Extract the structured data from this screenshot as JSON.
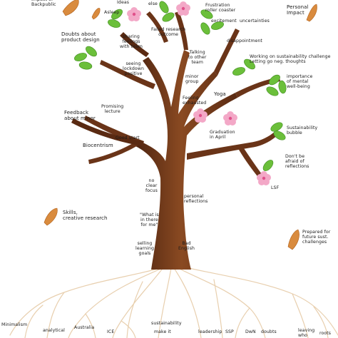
{
  "colors": {
    "trunk": "#7a3f1e",
    "trunk_dark": "#4e2410",
    "trunk_light": "#a35a2e",
    "leaf": "#6bbf3a",
    "leaf_dark": "#3f8a1f",
    "blossom": "#f3a8c7",
    "blossom_center": "#e0508a",
    "roots": "#e8cfae",
    "seed": "#d98b3e",
    "seed_dark": "#b0611d"
  },
  "icons": [
    "seed-icon",
    "leaf-icon",
    "blossom-icon"
  ],
  "labels": {
    "top_left": "Impact of\nBackpublic",
    "ideas": "Ideas",
    "else": "else",
    "asleep": "Asleep",
    "frustration": "Frustration\nroller coaster",
    "personal_impact": "Personal\nImpact",
    "failed_research": "Failed research\noutcome",
    "excitement": "excitement",
    "uncertainties": "uncertainties",
    "doubts_product": "Doubts about\nproduct design",
    "sharing_feelings": "sharing\nfeelings\nwith team",
    "disappointment": "disappointment",
    "working_sustainability": "Working on sustainability challenge\nLetting go neg. thoughts",
    "seeing_lockdown": "seeing\nlockdown\npositive",
    "talking_team": "Talking\nto other\nteam",
    "minor_group": "minor\ngroup",
    "importance_wellbeing": "importance\nof mental\nwell-being",
    "yoga": "Yoga",
    "feedback_minor": "Feedback\nabout minor",
    "promising_lecture": "Promising\nlecture",
    "feeling_exhausted": "Feeling\nexhausted",
    "sustainability_bubble": "Sustainability\nbubble",
    "graduation": "Graduation\nin April",
    "good_start": "Good start",
    "biocentrism": "Biocentrism",
    "dont_afraid": "Don't be\nafraid of\nreflections",
    "no_clear_focus": "no\nclear\nfocus",
    "lsf": "LSF",
    "personal_reflections": "personal\nreflections",
    "skills": "Skills,\ncreative research",
    "what_in_there": "\"What is\nin there\nfor me\"",
    "prepared": "Prepared for\nfuture sust.\nchallenges",
    "selling": "selling\nlearning\ngoals",
    "bad_english": "Bad\nEnglish",
    "minimalism": "Minimalism",
    "analytical": "analytical",
    "australia": "Australia",
    "ice": "ICE",
    "sustainability_root": "sustainability",
    "make_it": "make it",
    "leadership": "leadership",
    "ssp": "SSP",
    "dwn": "DwN",
    "doubts_root": "doubts",
    "leaving": "leaving\nwho",
    "root_fragment": "roots"
  }
}
